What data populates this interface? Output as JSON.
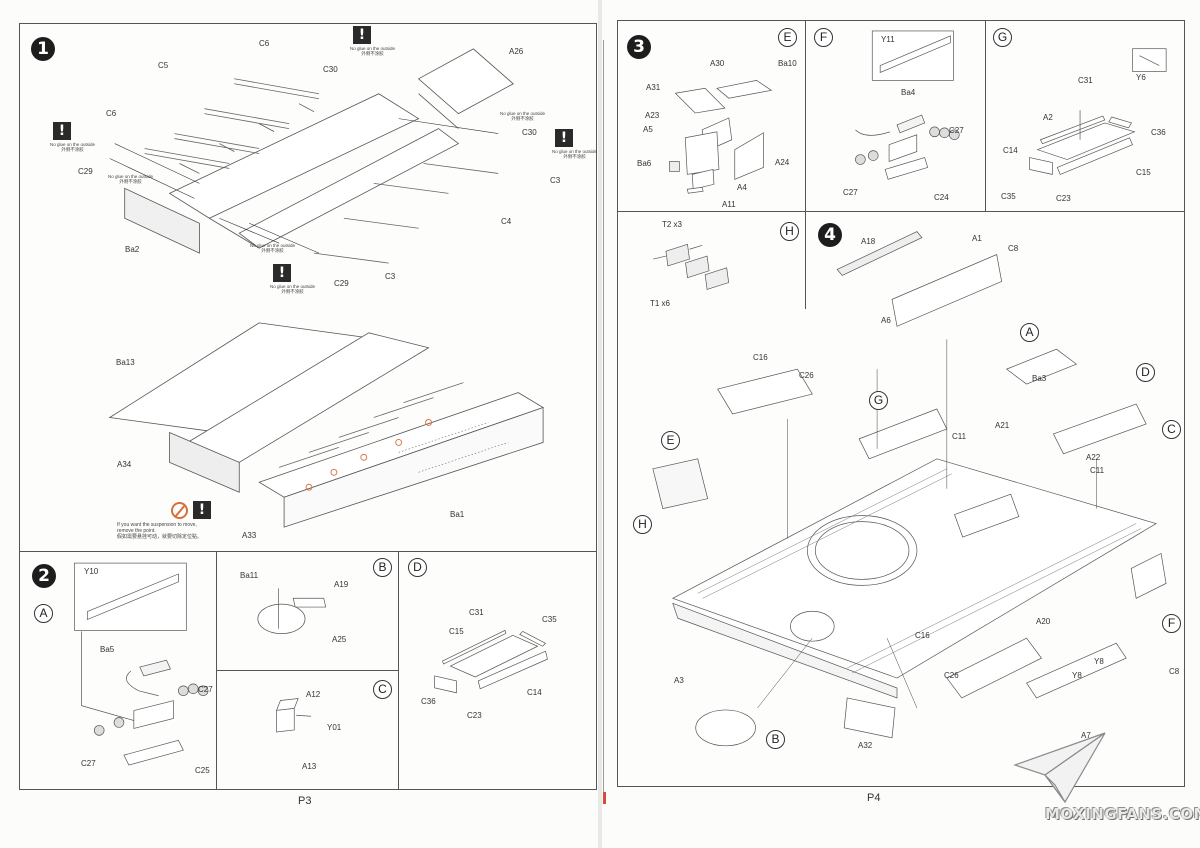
{
  "document": {
    "type": "model kit assembly instructions",
    "pages": [
      "P3",
      "P4"
    ]
  },
  "warnings": {
    "no_glue": "No glue on the outside",
    "no_glue_cn": "外侧不涂胶",
    "suspension_line1": "If you want the suspension to move,",
    "suspension_line2": "remove the point.",
    "suspension_cn": "假如需要悬挂可动，就要切除定位點。",
    "warn_glyph": "!"
  },
  "page3": {
    "page_number": "P3",
    "step1": {
      "number": "1",
      "parts": [
        "C6",
        "C5",
        "C6",
        "C29",
        "Ba2",
        "C30",
        "A26",
        "C30",
        "C3",
        "C4",
        "C3",
        "C29",
        "Ba13",
        "A34",
        "A33",
        "Ba1"
      ]
    },
    "step2": {
      "number": "2",
      "sub_a": {
        "letter": "A",
        "parts": [
          "Y10",
          "Ba5",
          "C27",
          "C27",
          "C25"
        ]
      },
      "sub_b": {
        "letter": "B",
        "parts": [
          "Ba11",
          "A19",
          "A25"
        ]
      },
      "sub_c": {
        "letter": "C",
        "parts": [
          "A12",
          "Y01",
          "A13"
        ]
      },
      "sub_d": {
        "letter": "D",
        "parts": [
          "C31",
          "C15",
          "C35",
          "C36",
          "C23",
          "C14"
        ]
      }
    }
  },
  "page4": {
    "page_number": "P4",
    "step3": {
      "number": "3",
      "sub_e": {
        "letter": "E",
        "parts": [
          "A30",
          "Ba10",
          "A31",
          "A23",
          "A5",
          "Ba6",
          "A24",
          "A4",
          "A11"
        ]
      },
      "sub_f": {
        "letter": "F",
        "parts": [
          "Y11",
          "Ba4",
          "C27",
          "C27",
          "C24"
        ]
      },
      "sub_g": {
        "letter": "G",
        "parts": [
          "Y6",
          "C31",
          "A2",
          "C36",
          "C14",
          "C15",
          "C35",
          "C23"
        ]
      },
      "sub_h": {
        "letter": "H",
        "parts": [
          "T2 x3",
          "T1 x6"
        ]
      }
    },
    "step4": {
      "number": "4",
      "parts": [
        "A18",
        "A1",
        "C8",
        "A6",
        "C16",
        "C26",
        "Ba3",
        "A21",
        "C11",
        "A22",
        "C11",
        "A3",
        "C16",
        "C26",
        "A20",
        "Y8",
        "Y8",
        "C8",
        "A7",
        "A32"
      ],
      "subassembly_refs": [
        "A",
        "B",
        "C",
        "D",
        "E",
        "F",
        "G",
        "H"
      ]
    }
  },
  "watermark": {
    "text": "MOXINGFANS.COM"
  }
}
